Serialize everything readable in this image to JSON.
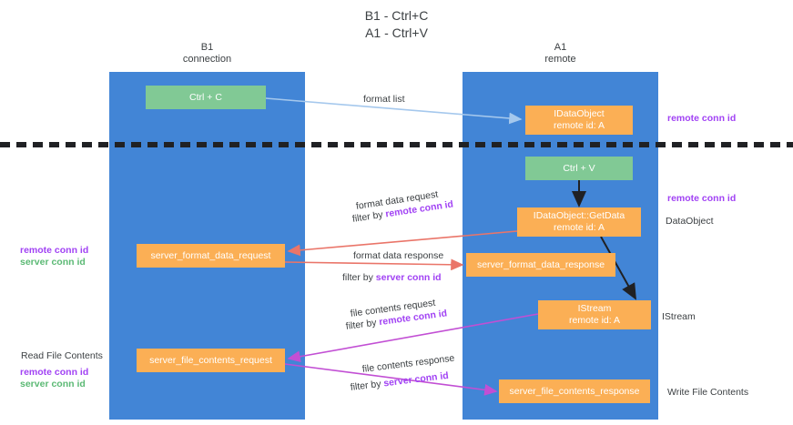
{
  "title": {
    "line1": "B1 - Ctrl+C",
    "line2": "A1 - Ctrl+V"
  },
  "lanes": [
    {
      "id": "b1",
      "name": "B1",
      "role": "connection",
      "color": "#4285d6"
    },
    {
      "id": "a1",
      "name": "A1",
      "role": "remote",
      "color": "#4285d6"
    }
  ],
  "colors": {
    "lane": "#4285d6",
    "green_node": "#81c995",
    "orange_node": "#fbaf55",
    "remote_conn_id": "#a142f4",
    "server_conn_id": "#5bb974",
    "arrow_blue": "#a5c8ed",
    "arrow_red": "#ea7569",
    "arrow_purple": "#c24fd4",
    "arrow_black": "#202124",
    "separator": "#202124"
  },
  "nodes": {
    "ctrl_c": {
      "label": "Ctrl + C",
      "sub": "",
      "color": "green"
    },
    "idataobject": {
      "label": "IDataObject",
      "sub": "remote id: A",
      "color": "orange"
    },
    "ctrl_v": {
      "label": "Ctrl + V",
      "sub": "",
      "color": "green"
    },
    "getdata": {
      "label": "IDataObject::GetData",
      "sub": "remote id: A",
      "color": "orange"
    },
    "sfd_request": {
      "label": "server_format_data_request",
      "sub": "",
      "color": "orange"
    },
    "sfd_response": {
      "label": "server_format_data_response",
      "sub": "",
      "color": "orange"
    },
    "istream": {
      "label": "IStream",
      "sub": "remote id: A",
      "color": "orange"
    },
    "sfc_request": {
      "label": "server_file_contents_request",
      "sub": "",
      "color": "orange"
    },
    "sfc_response": {
      "label": "server_file_contents_response",
      "sub": "",
      "color": "orange"
    }
  },
  "edge_labels": {
    "format_list": "format list",
    "format_data_request": "format data request",
    "format_data_response": "format data response",
    "file_contents_request": "file contents request",
    "file_contents_response": "file contents response",
    "filter_by": "filter by ",
    "remote_conn_id": "remote conn id",
    "server_conn_id": "server conn id"
  },
  "side_labels": {
    "right_remote_top": "remote conn id",
    "right_remote_mid": "remote conn id",
    "right_dataobject": "DataObject",
    "right_istream": "IStream",
    "right_write_file": "Write File Contents",
    "left_remote_conn_id": "remote conn id",
    "left_server_conn_id": "server conn id",
    "left_read_file": "Read File Contents",
    "left_remote_conn_id2": "remote conn id",
    "left_server_conn_id2": "server conn id"
  }
}
